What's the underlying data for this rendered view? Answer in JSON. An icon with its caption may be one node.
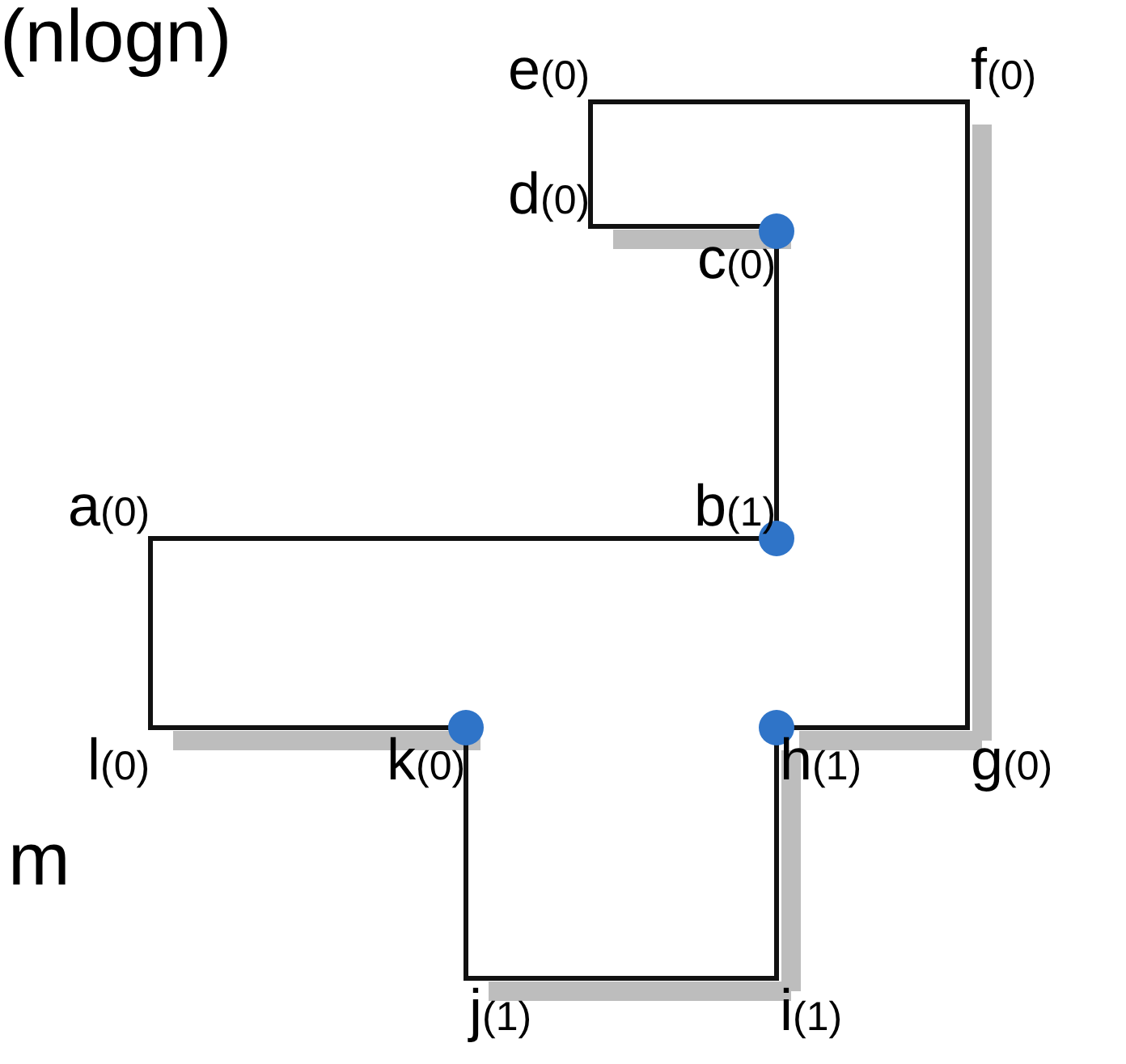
{
  "diagram": {
    "nodes": [
      {
        "text": [
          "a(0)"
        ]
      },
      {
        "text": [
          "b(1)"
        ]
      },
      {
        "text": [
          "c(0)"
        ]
      },
      {
        "text": [
          "d(0)"
        ]
      },
      {
        "text": [
          "e(0)"
        ]
      },
      {
        "text": [
          "f(0)"
        ]
      },
      {
        "text": [
          "g(0)"
        ]
      },
      {
        "text": [
          "h(1)"
        ]
      },
      {
        "text": [
          "i(1)"
        ]
      },
      {
        "text": [
          "j(1)"
        ]
      },
      {
        "text": [
          "k(0)"
        ]
      },
      {
        "text": [
          "l(0)"
        ]
      }
    ],
    "edges": [
      {
        "from": 0,
        "to": 1,
        "arrow": "none"
      },
      {
        "from": 1,
        "to": 2,
        "arrow": "none"
      },
      {
        "from": 2,
        "to": 3,
        "arrow": "none"
      },
      {
        "from": 3,
        "to": 4,
        "arrow": "none"
      },
      {
        "from": 4,
        "to": 5,
        "arrow": "none"
      },
      {
        "from": 5,
        "to": 6,
        "arrow": "none"
      },
      {
        "from": 6,
        "to": 7,
        "arrow": "none"
      },
      {
        "from": 7,
        "to": 8,
        "arrow": "none"
      },
      {
        "from": 8,
        "to": 9,
        "arrow": "none"
      },
      {
        "from": 9,
        "to": 10,
        "arrow": "none"
      },
      {
        "from": 10,
        "to": 11,
        "arrow": "none"
      },
      {
        "from": 11,
        "to": 0,
        "arrow": "none"
      }
    ],
    "labels": [
      "(nlogn)",
      "m"
    ]
  }
}
